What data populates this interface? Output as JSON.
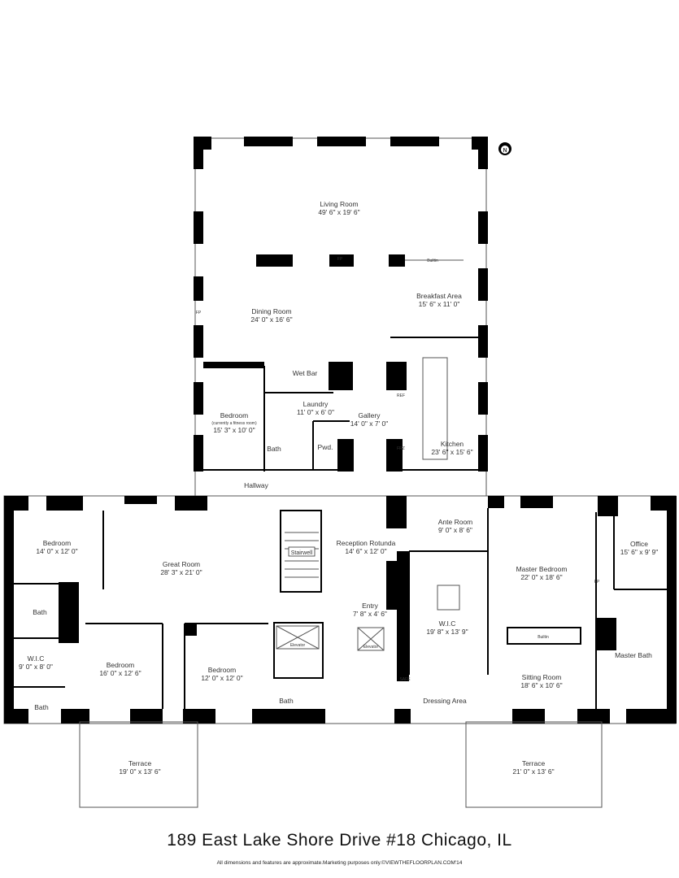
{
  "title": "189 East Lake Shore Drive #18 Chicago, IL",
  "footer": "All dimensions and features are approximate.Marketing purposes only.©VIEWTHEFLOORPLAN.COM'14",
  "north_icon": "N",
  "rooms": {
    "living": {
      "name": "Living Room",
      "dim": "49' 6\" x 19' 6\""
    },
    "dining": {
      "name": "Dining Room",
      "dim": "24' 0\" x 16' 6\""
    },
    "breakfast": {
      "name": "Breakfast Area",
      "dim": "15' 6\" x 11' 0\""
    },
    "kitchen": {
      "name": "Kitchen",
      "dim": "23' 6\" x 15' 6\""
    },
    "gallery": {
      "name": "Gallery",
      "dim": "14' 0\" x 7' 0\""
    },
    "laundry": {
      "name": "Laundry",
      "dim": "11' 0\" x 6' 0\""
    },
    "fitness_bedroom": {
      "name": "Bedroom",
      "note": "(currently a fitness room)",
      "dim": "15' 3\" x 10' 0\""
    },
    "bath_fitness": {
      "name": "Bath"
    },
    "powder": {
      "name": "Pwd."
    },
    "wet_bar": {
      "name": "Wet Bar"
    },
    "hallway": {
      "name": "Hallway"
    },
    "great_room": {
      "name": "Great Room",
      "dim": "28' 3\" x 21' 0\""
    },
    "bedroom_nw": {
      "name": "Bedroom",
      "dim": "14' 0\" x 12' 0\""
    },
    "bath_w": {
      "name": "Bath"
    },
    "wic_w": {
      "name": "W.I.C",
      "dim": "9' 0\" x 8' 0\""
    },
    "bath_sw": {
      "name": "Bath"
    },
    "bedroom_sw": {
      "name": "Bedroom",
      "dim": "16' 0\" x 12' 6\""
    },
    "bedroom_s": {
      "name": "Bedroom",
      "dim": "12' 0\" x 12' 0\""
    },
    "bath_s": {
      "name": "Bath"
    },
    "stairwell": {
      "name": "Stairwell"
    },
    "rotunda": {
      "name": "Reception Rotunda",
      "dim": "14' 6\" x 12' 0\""
    },
    "entry": {
      "name": "Entry",
      "dim": "7' 8\" x 4' 6\""
    },
    "ante": {
      "name": "Ante Room",
      "dim": "9' 0\" x 8' 6\""
    },
    "office": {
      "name": "Office",
      "dim": "15' 6\" x 9' 9\""
    },
    "master_bedroom": {
      "name": "Master Bedroom",
      "dim": "22' 0\" x 18' 6\""
    },
    "wic_master": {
      "name": "W.I.C",
      "dim": "19' 8\" x 13' 9\""
    },
    "sitting": {
      "name": "Sitting Room",
      "dim": "18' 6\" x 10' 6\""
    },
    "master_bath": {
      "name": "Master Bath"
    },
    "dressing": {
      "name": "Dressing Area"
    },
    "terrace_w": {
      "name": "Terrace",
      "dim": "19' 0\" x 13' 6\""
    },
    "terrace_e": {
      "name": "Terrace",
      "dim": "21' 0\" x 13' 6\""
    }
  },
  "fixtures": {
    "fp": "FP",
    "builtin": "Builtin",
    "ref": "REF",
    "frz": "FRZ",
    "safe": "SAFE",
    "elevator": "Elevator"
  }
}
